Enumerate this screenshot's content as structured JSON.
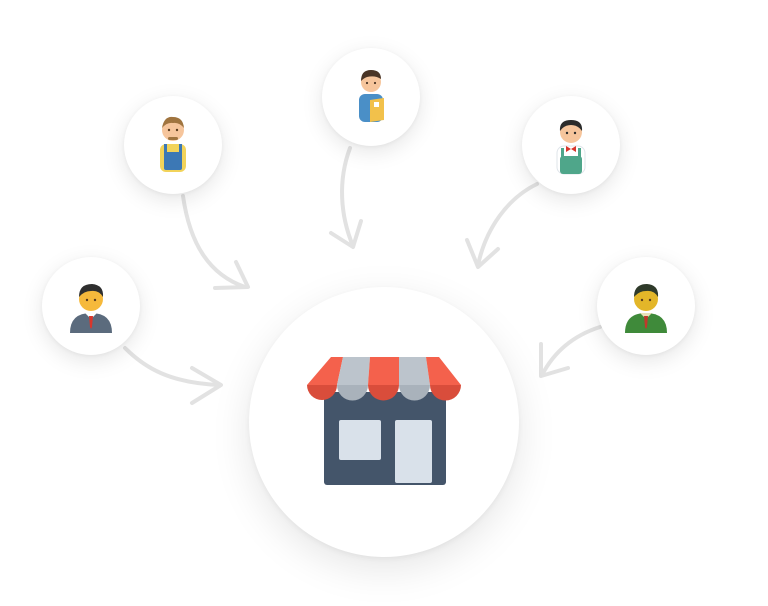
{
  "diagram": {
    "type": "customers-to-store",
    "center": {
      "icon": "storefront-icon",
      "colors": {
        "awning_red": "#f4614c",
        "awning_grey": "#bcc4cc",
        "building": "#44556a",
        "window": "#d9e1ea"
      }
    },
    "customers": [
      {
        "id": "worker",
        "icon": "worker-overalls-icon"
      },
      {
        "id": "shopper",
        "icon": "person-with-bag-icon"
      },
      {
        "id": "chef",
        "icon": "chef-apron-icon"
      },
      {
        "id": "businessman",
        "icon": "businessman-icon"
      },
      {
        "id": "professional",
        "icon": "professional-green-suit-icon"
      }
    ],
    "arrow_color": "#e2e2e2"
  }
}
